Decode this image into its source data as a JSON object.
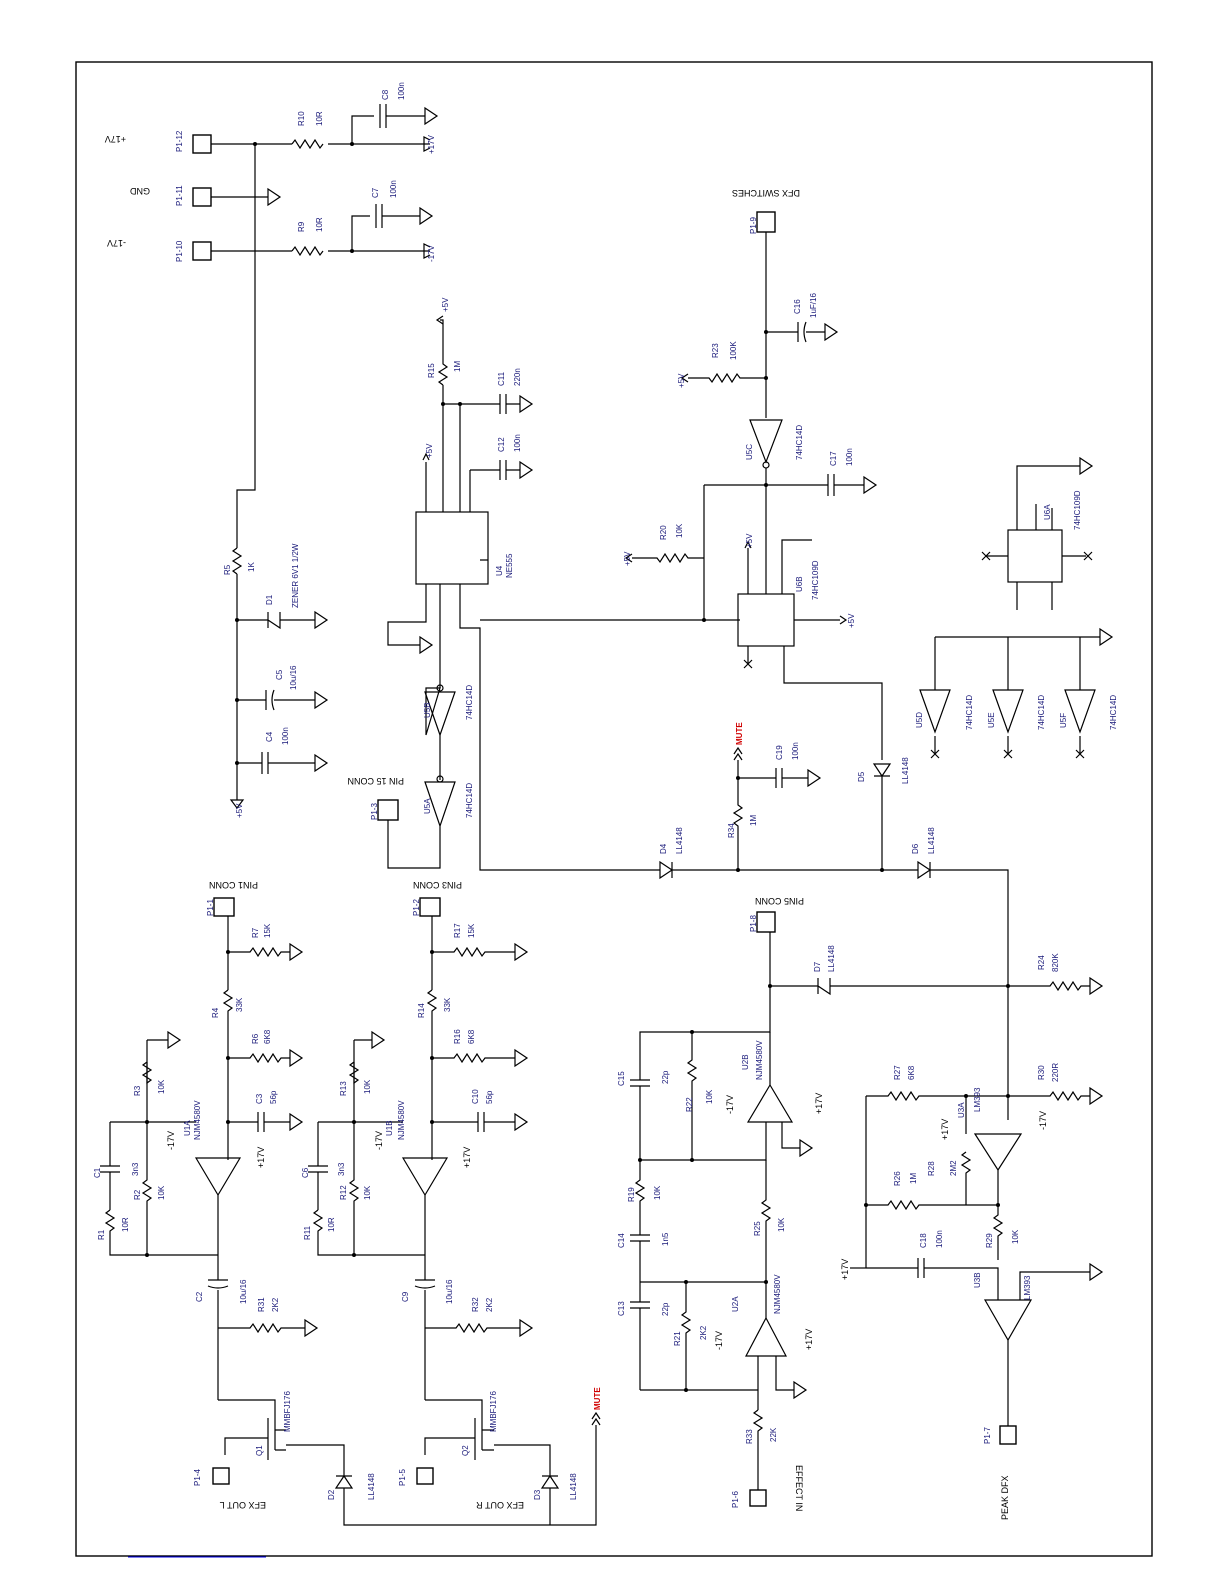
{
  "colors": {
    "line": "#000000",
    "label": "#1a1a7a",
    "mute": "#d00000",
    "link": "#0000ee"
  },
  "connectors": {
    "p12": {
      "ref": "P1-12",
      "net": "+17V"
    },
    "p11": {
      "ref": "P1-11",
      "net": "GND"
    },
    "p10": {
      "ref": "P1-10",
      "net": "-17V"
    },
    "p9": {
      "ref": "P1-9",
      "net": "DFX SWITCHES"
    },
    "p3": {
      "ref": "P1-3",
      "net": "PIN 15 CONN"
    },
    "p1": {
      "ref": "P1-1",
      "net": "PIN1 CONN"
    },
    "p2": {
      "ref": "P1-2",
      "net": "PIN3 CONN"
    },
    "p8b": {
      "ref": "P1-8",
      "net": "PIN5 CONN"
    },
    "p4": {
      "ref": "P1-4",
      "net": "EFX OUT L"
    },
    "p5": {
      "ref": "P1-5",
      "net": "EFX OUT R"
    },
    "p6": {
      "ref": "P1-6",
      "net": "EFFECT IN"
    },
    "p7": {
      "ref": "P1-7",
      "net": "PEAK DFX"
    }
  },
  "power": {
    "p17": "+17V",
    "m17": "-17V",
    "p5v": "+5V",
    "mute": "MUTE"
  },
  "parts": {
    "R10": {
      "ref": "R10",
      "value": "10R"
    },
    "R9": {
      "ref": "R9",
      "value": "10R"
    },
    "C8": {
      "ref": "C8",
      "value": "100n"
    },
    "C7": {
      "ref": "C7",
      "value": "100n"
    },
    "R5": {
      "ref": "R5",
      "value": "1K"
    },
    "D1": {
      "ref": "D1",
      "value": "ZENER 6V1 1/2W"
    },
    "C5": {
      "ref": "C5",
      "value": "10u/16"
    },
    "C4": {
      "ref": "C4",
      "value": "100n"
    },
    "R15": {
      "ref": "R15",
      "value": "1M"
    },
    "C11": {
      "ref": "C11",
      "value": "220n"
    },
    "C12": {
      "ref": "C12",
      "value": "100n"
    },
    "U4": {
      "ref": "U4",
      "value": "NE555"
    },
    "U5A": {
      "ref": "U5A",
      "value": "74HC14D"
    },
    "U5B": {
      "ref": "U5B",
      "value": "74HC14D"
    },
    "U5C": {
      "ref": "U5C",
      "value": "74HC14D"
    },
    "U5D": {
      "ref": "U5D",
      "value": "74HC14D"
    },
    "U5E": {
      "ref": "U5E",
      "value": "74HC14D"
    },
    "U5F": {
      "ref": "U5F",
      "value": "74HC14D"
    },
    "R23": {
      "ref": "R23",
      "value": "100K"
    },
    "C16": {
      "ref": "C16",
      "value": "1uF/16"
    },
    "C17": {
      "ref": "C17",
      "value": "100n"
    },
    "R20": {
      "ref": "R20",
      "value": "10K"
    },
    "U6B": {
      "ref": "U6B",
      "value": "74HC109D"
    },
    "U6A": {
      "ref": "U6A",
      "value": "74HC109D"
    },
    "D6": {
      "ref": "D6",
      "value": "LL4148"
    },
    "D5": {
      "ref": "D5",
      "value": "LL4148"
    },
    "D4": {
      "ref": "D4",
      "value": "LL4148"
    },
    "D7": {
      "ref": "D7",
      "value": "LL4148"
    },
    "D2": {
      "ref": "D2",
      "value": "LL4148"
    },
    "D3": {
      "ref": "D3",
      "value": "LL4148"
    },
    "R34": {
      "ref": "R34",
      "value": "1M"
    },
    "C19": {
      "ref": "C19",
      "value": "100n"
    },
    "R7": {
      "ref": "R7",
      "value": "15K"
    },
    "R17": {
      "ref": "R17",
      "value": "15K"
    },
    "R4": {
      "ref": "R4",
      "value": "33K"
    },
    "R14": {
      "ref": "R14",
      "value": "33K"
    },
    "R6": {
      "ref": "R6",
      "value": "6K8"
    },
    "R16": {
      "ref": "R16",
      "value": "6K8"
    },
    "R3": {
      "ref": "R3",
      "value": "10K"
    },
    "R13": {
      "ref": "R13",
      "value": "10K"
    },
    "C3": {
      "ref": "C3",
      "value": "56p"
    },
    "C10": {
      "ref": "C10",
      "value": "56p"
    },
    "U1A": {
      "ref": "U1A",
      "value": "NJM4580V"
    },
    "U1B": {
      "ref": "U1B",
      "value": "NJM4580V"
    },
    "C1": {
      "ref": "C1",
      "value": "3n3"
    },
    "C6": {
      "ref": "C6",
      "value": "3n3"
    },
    "R1": {
      "ref": "R1",
      "value": "10R"
    },
    "R11": {
      "ref": "R11",
      "value": "10R"
    },
    "R2": {
      "ref": "R2",
      "value": "10K"
    },
    "R12": {
      "ref": "R12",
      "value": "10K"
    },
    "C2": {
      "ref": "C2",
      "value": "10u/16"
    },
    "C9": {
      "ref": "C9",
      "value": "10u/16"
    },
    "R31": {
      "ref": "R31",
      "value": "2K2"
    },
    "R32": {
      "ref": "R32",
      "value": "2K2"
    },
    "Q1": {
      "ref": "Q1",
      "value": "MMBFJ176"
    },
    "Q2": {
      "ref": "Q2",
      "value": "MMBFJ176"
    },
    "R24": {
      "ref": "R24",
      "value": "820K"
    },
    "C15": {
      "ref": "C15",
      "value": "22p"
    },
    "R22": {
      "ref": "R22",
      "value": "10K"
    },
    "U2B": {
      "ref": "U2B",
      "value": "NJM4580V"
    },
    "U2A": {
      "ref": "U2A",
      "value": "NJM4580V"
    },
    "R19": {
      "ref": "R19",
      "value": "10K"
    },
    "C14": {
      "ref": "C14",
      "value": "1n5"
    },
    "R25": {
      "ref": "R25",
      "value": "10K"
    },
    "C13": {
      "ref": "C13",
      "value": "22p"
    },
    "R21": {
      "ref": "R21",
      "value": "2K2"
    },
    "R33": {
      "ref": "R33",
      "value": "22K"
    },
    "R27": {
      "ref": "R27",
      "value": "6K8"
    },
    "R30": {
      "ref": "R30",
      "value": "220R"
    },
    "U3A": {
      "ref": "U3A",
      "value": "LM393"
    },
    "U3B": {
      "ref": "U3B",
      "value": "LM393"
    },
    "R26": {
      "ref": "R26",
      "value": "1M"
    },
    "R28": {
      "ref": "R28",
      "value": "2M2"
    },
    "C18": {
      "ref": "C18",
      "value": "100n"
    },
    "R29": {
      "ref": "R29",
      "value": "10K"
    }
  }
}
